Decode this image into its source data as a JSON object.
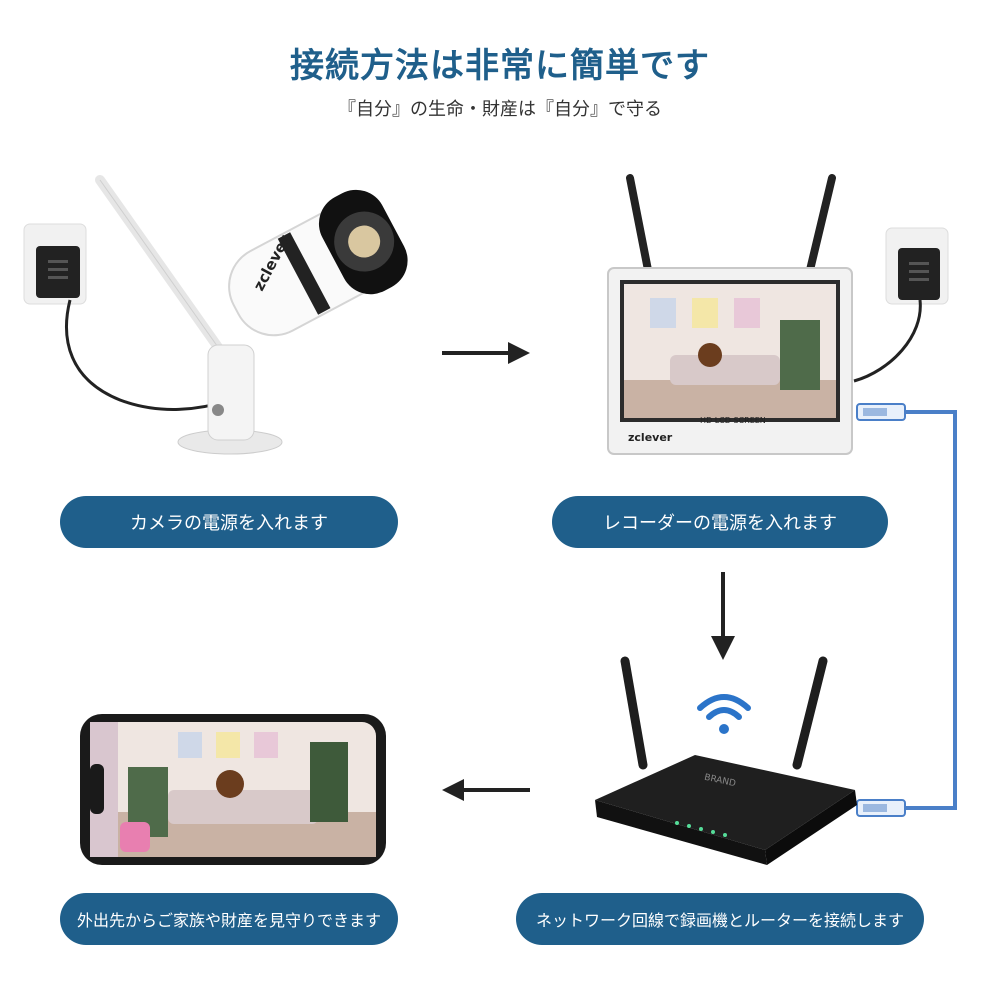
{
  "header": {
    "title": "接続方法は非常に簡単です",
    "subtitle": "『自分』の生命・財産は『自分』で守る"
  },
  "steps": {
    "camera_power": "カメラの電源を入れます",
    "recorder_power": "レコーダーの電源を入れます",
    "router_connect": "ネットワーク回線で録画機とルーターを接続します",
    "remote_view": "外出先からご家族や財産を見守りできます"
  },
  "devices": {
    "camera_brand": "zclever",
    "recorder_brand": "zclever",
    "recorder_screen_label": "HD LCD SCREEN",
    "router_brand": "BRAND"
  },
  "colors": {
    "accent": "#1f5f8b",
    "cable_blue": "#4a7fc8",
    "wifi_blue": "#2b74c9"
  },
  "icons": [
    "power-adapter-icon",
    "arrow-right-icon",
    "arrow-down-icon",
    "arrow-left-icon",
    "wifi-icon",
    "ethernet-plug-icon"
  ]
}
